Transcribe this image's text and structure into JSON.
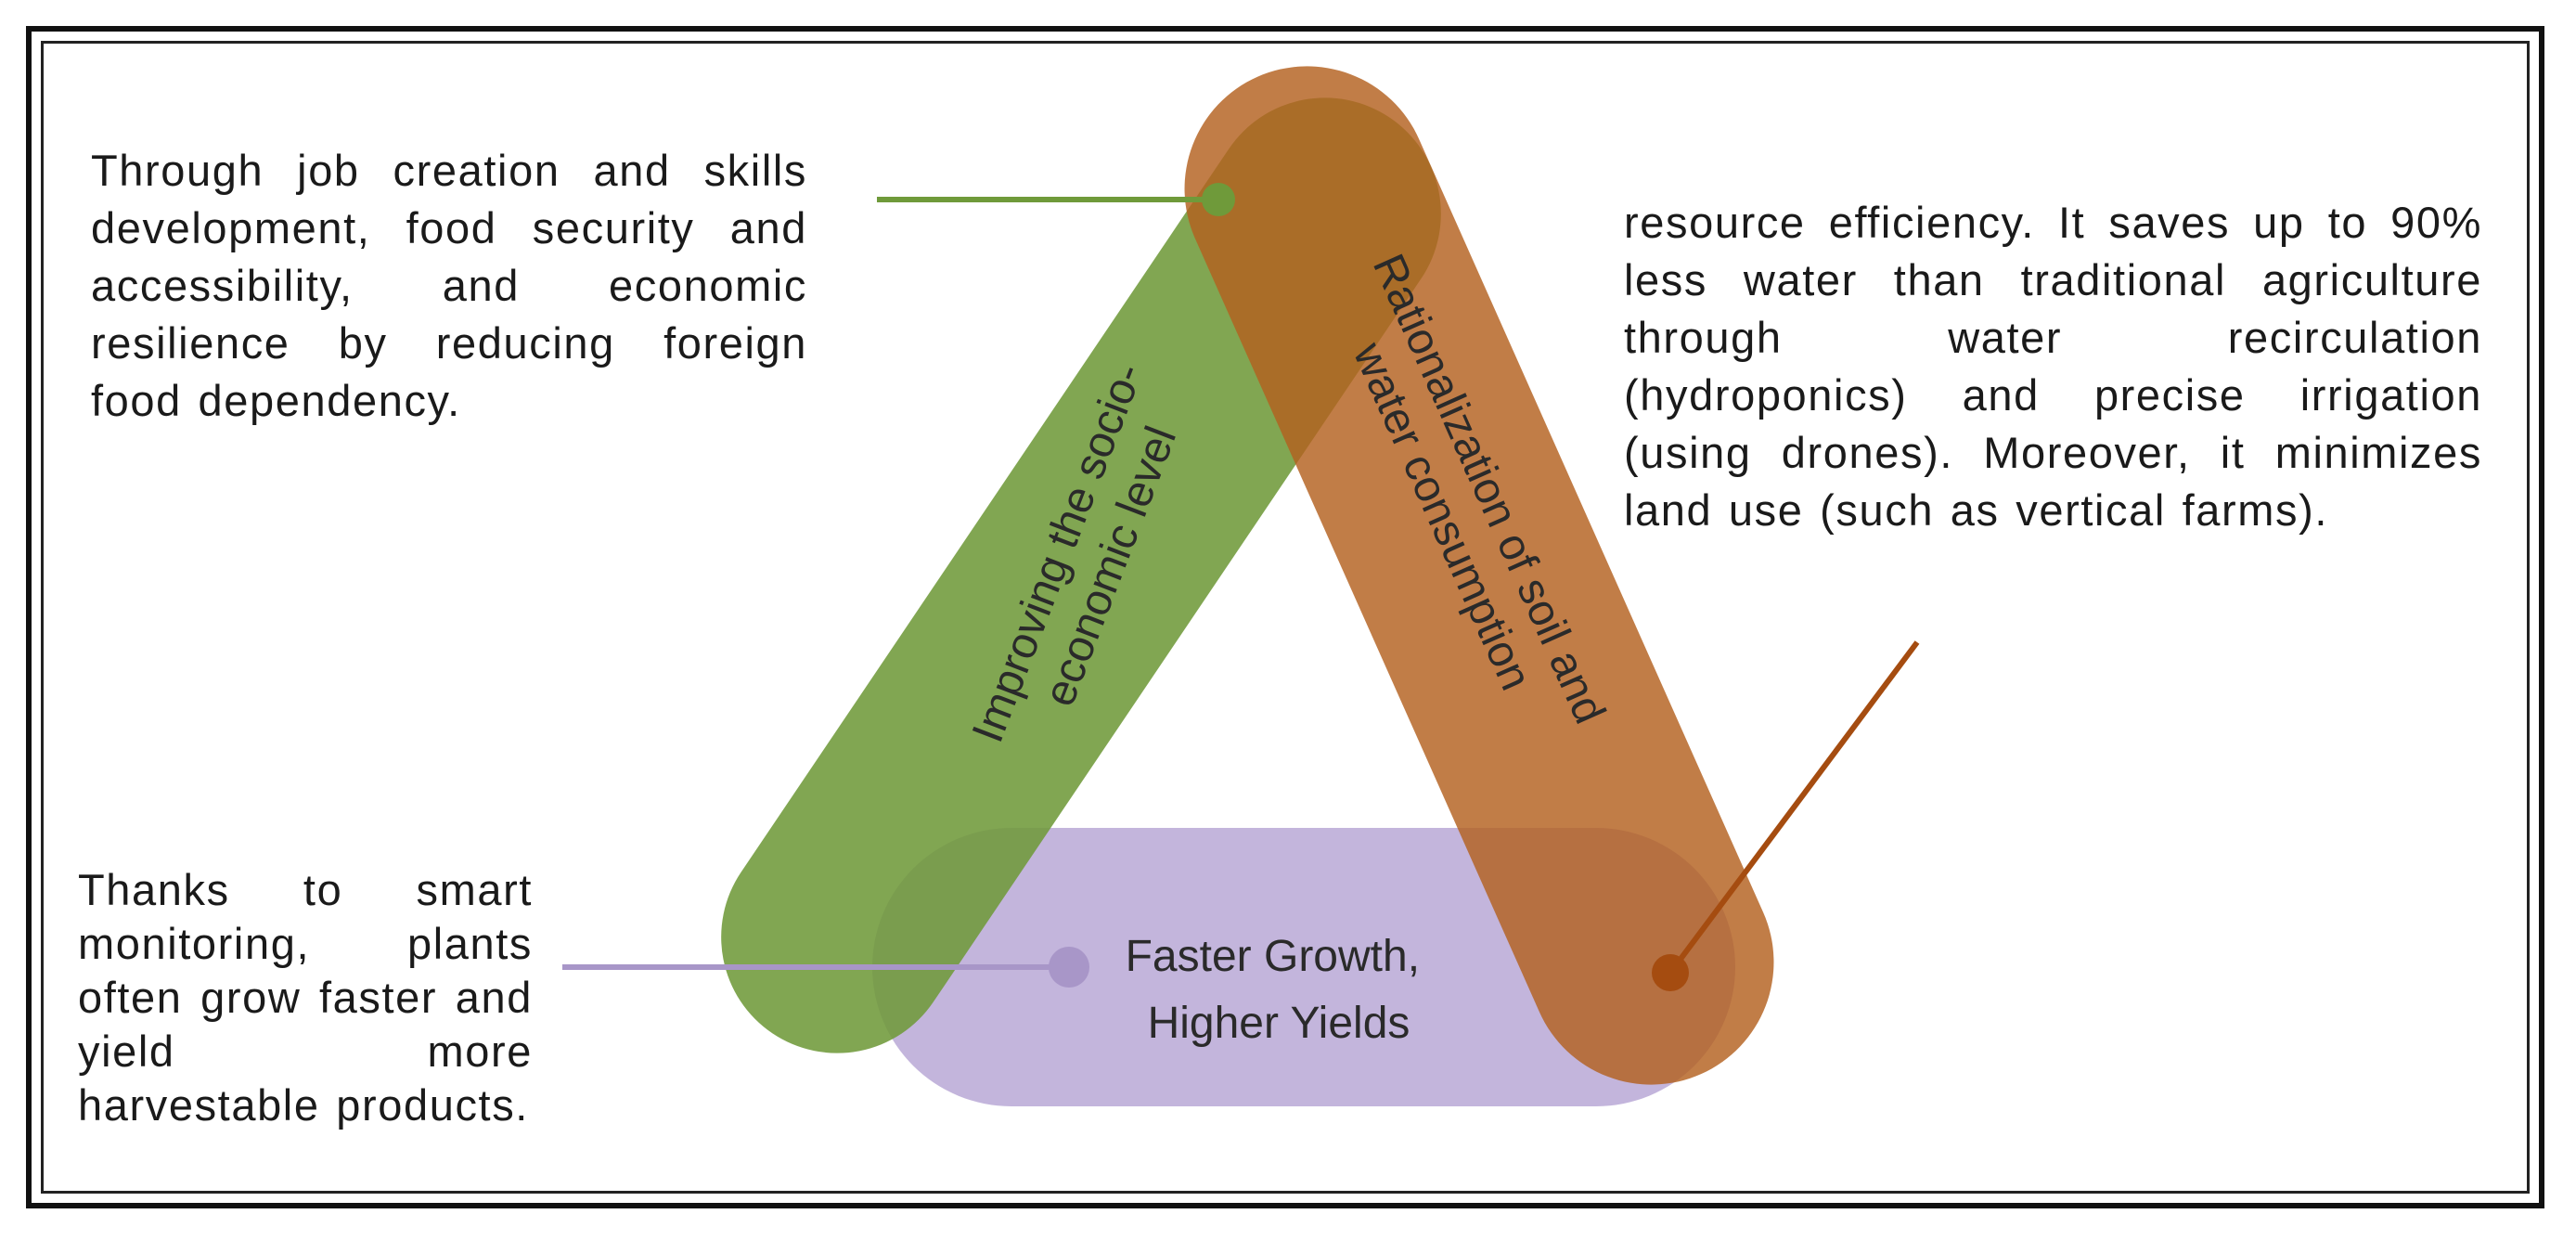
{
  "diagram": {
    "shapes": {
      "socio": {
        "label_lines": [
          "Improving the socio-",
          "economic level"
        ],
        "color": "#6f9a3a"
      },
      "resource": {
        "label_lines": [
          "Rationalization of soil and",
          "water consumption"
        ],
        "color": "#b3601f"
      },
      "growth": {
        "label_lines": [
          "Faster Growth,",
          "Higher Yields"
        ],
        "color": "#b8a8d6"
      }
    },
    "annotations": {
      "socio": "Through job creation and skills development, food security and accessibility, and economic resilience by reducing foreign food dependency.",
      "resource": "resource efficiency. It saves up to 90% less water than traditional agriculture through water recirculation (hydroponics) and precise irrigation (using drones). Moreover, it minimizes land use (such as vertical farms).",
      "growth": "Thanks to smart monitoring, plants often grow faster and yield more harvestable products."
    }
  }
}
